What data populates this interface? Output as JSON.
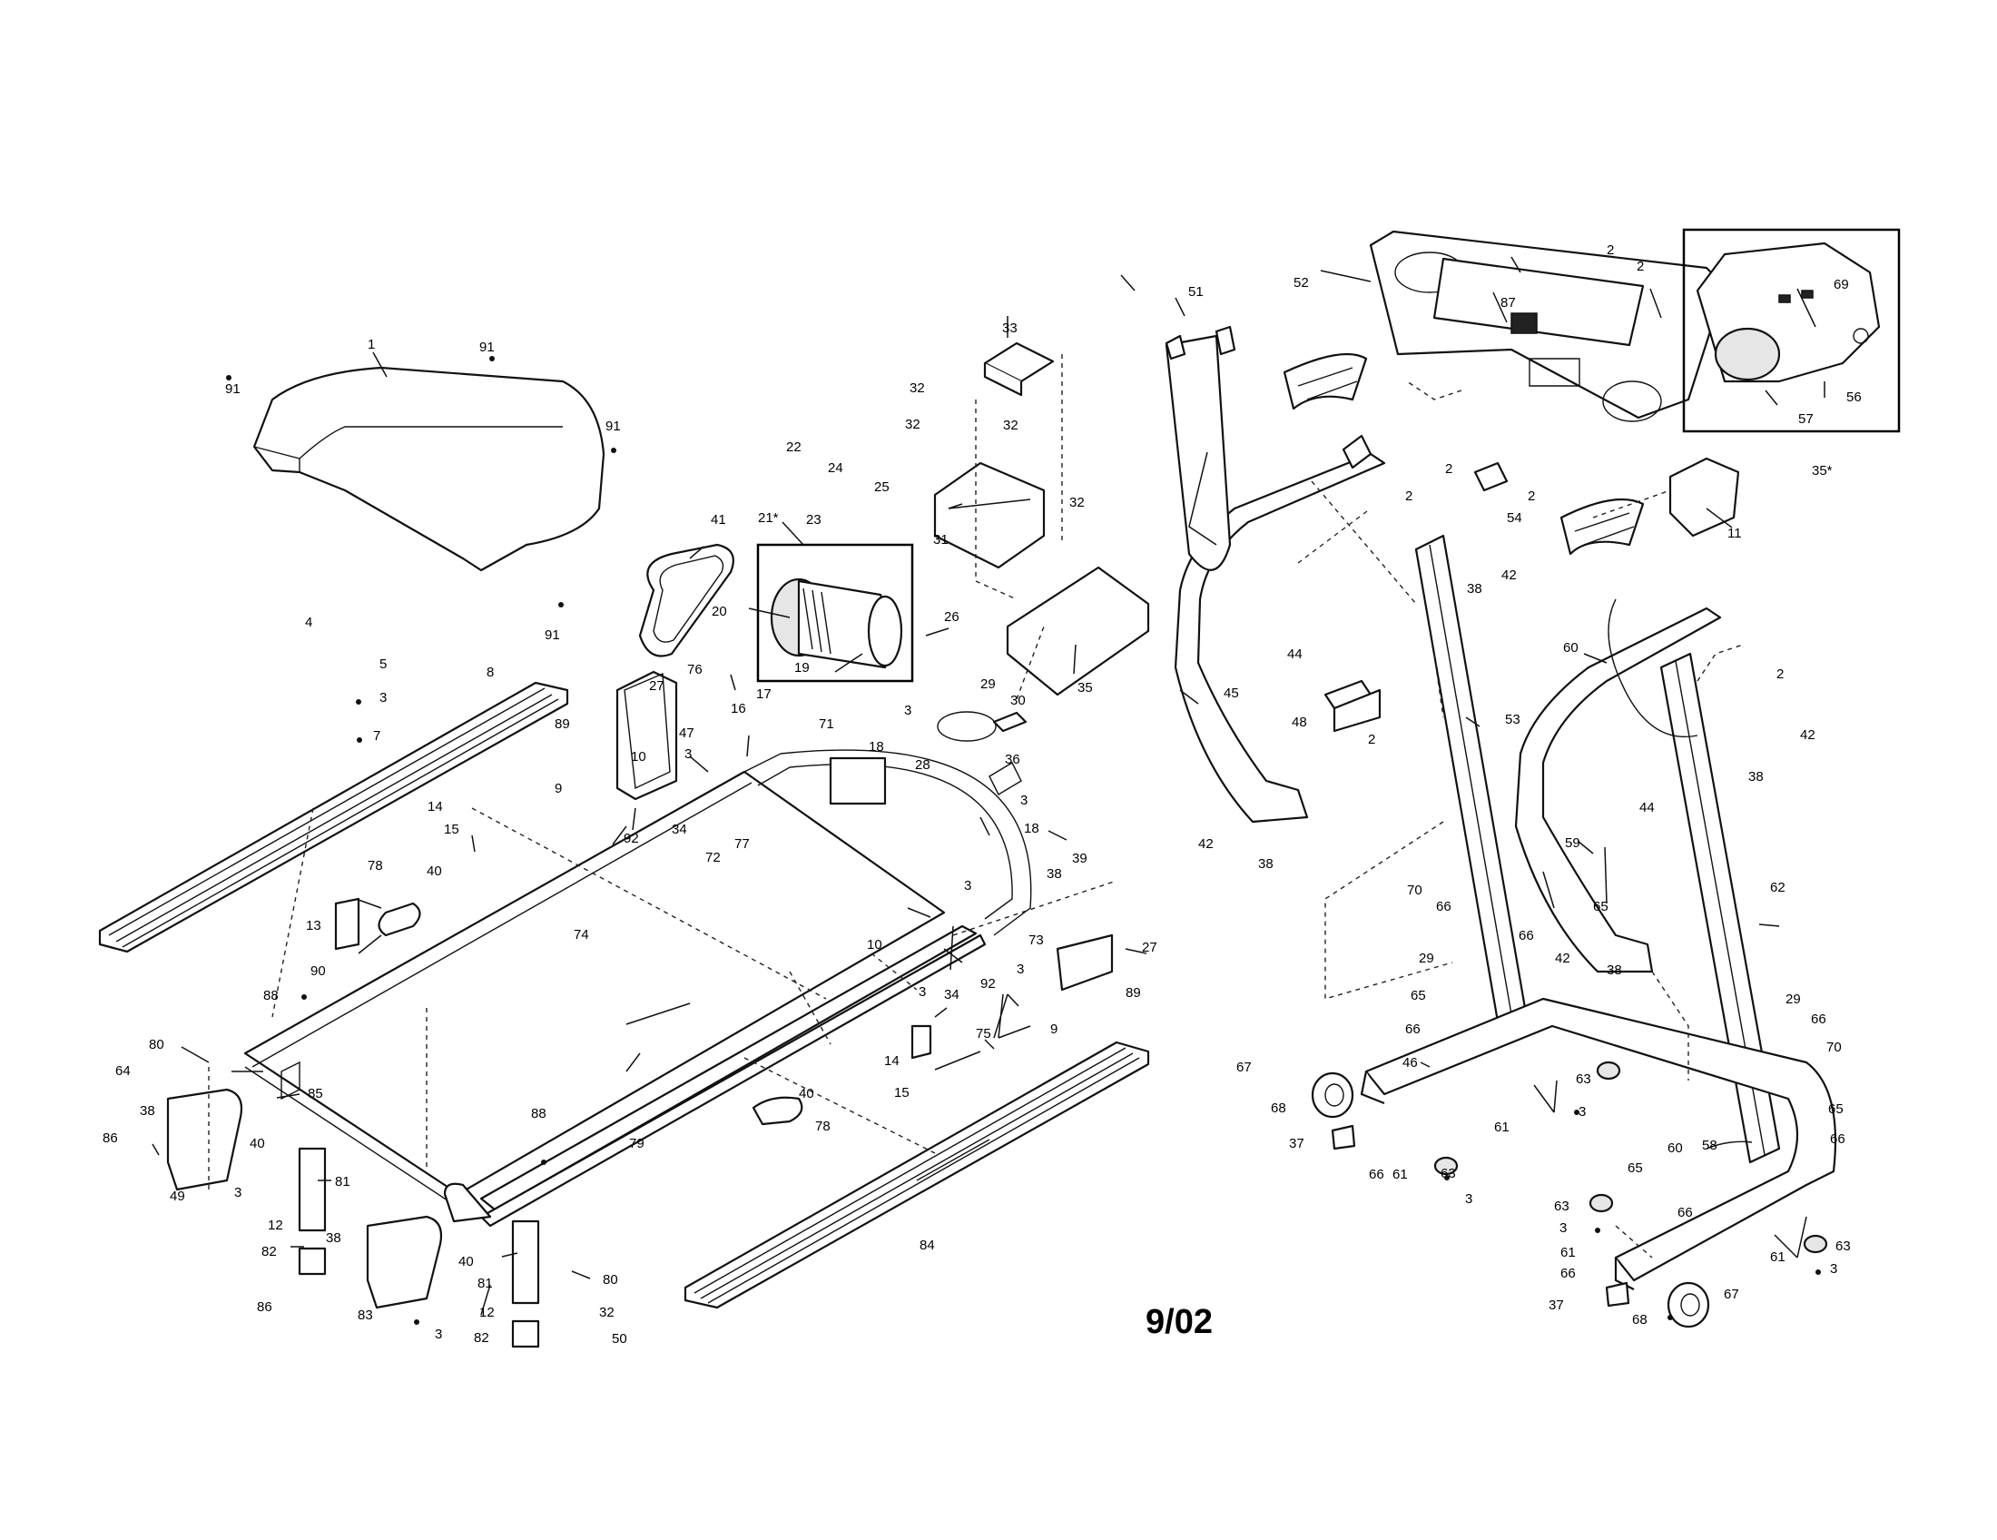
{
  "date_code": "9/02",
  "callouts": {
    "c1": "1",
    "c2": "2",
    "c3": "3",
    "c4": "4",
    "c5": "5",
    "c7": "7",
    "c8": "8",
    "c9": "9",
    "c10": "10",
    "c11": "11",
    "c12": "12",
    "c13": "13",
    "c14": "14",
    "c15": "15",
    "c16": "16",
    "c17": "17",
    "c18": "18",
    "c19": "19",
    "c20": "20",
    "c21": "21*",
    "c22": "22",
    "c23": "23",
    "c24": "24",
    "c25": "25",
    "c26": "26",
    "c27": "27",
    "c28": "28",
    "c29": "29",
    "c30": "30",
    "c31": "31",
    "c32": "32",
    "c33": "33",
    "c34": "34",
    "c35": "35",
    "c35s": "35*",
    "c36": "36",
    "c37": "37",
    "c38": "38",
    "c39": "39",
    "c40": "40",
    "c41": "41",
    "c42": "42",
    "c44": "44",
    "c45": "45",
    "c46": "46",
    "c47": "47",
    "c48": "48",
    "c49": "49",
    "c50": "50",
    "c51": "51",
    "c52": "52",
    "c53": "53",
    "c54": "54",
    "c56": "56",
    "c57": "57",
    "c58": "58",
    "c59": "59",
    "c60": "60",
    "c61": "61",
    "c62": "62",
    "c63": "63",
    "c64": "64",
    "c65": "65",
    "c66": "66",
    "c67": "67",
    "c68": "68",
    "c69": "69",
    "c70": "70",
    "c71": "71",
    "c72": "72",
    "c73": "73",
    "c74": "74",
    "c75": "75",
    "c76": "76",
    "c77": "77",
    "c78": "78",
    "c79": "79",
    "c80": "80",
    "c81": "81",
    "c82": "82",
    "c83": "83",
    "c84": "84",
    "c85": "85",
    "c86": "86",
    "c87": "87",
    "c88": "88",
    "c89": "89",
    "c90": "90",
    "c91": "91",
    "c92": "92"
  }
}
